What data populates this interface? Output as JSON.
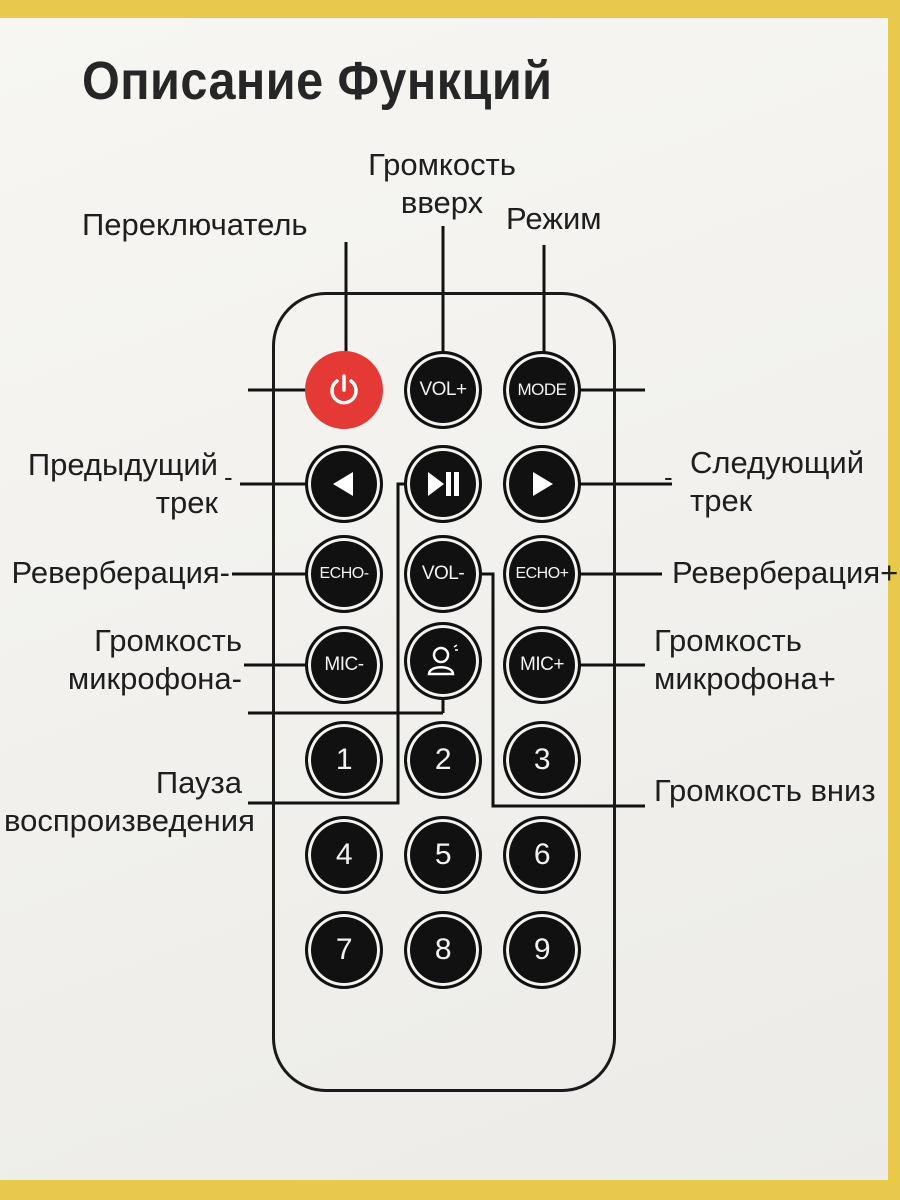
{
  "title": "Описание Функций",
  "labels": {
    "power": "Переключатель",
    "vol_up": [
      "Громкость",
      "вверх"
    ],
    "mode": "Режим",
    "prev": [
      "Предыдущий",
      "трек"
    ],
    "next": [
      "Следующий",
      "трек"
    ],
    "echo_down": "Реверберация-",
    "echo_up": "Реверберация+",
    "mic_down": [
      "Громкость",
      "микрофона-"
    ],
    "mic_up": [
      "Громкость",
      "микрофона+"
    ],
    "pause": [
      "Пауза",
      "воспроизведения"
    ],
    "vol_down": "Громкость вниз"
  },
  "buttons": {
    "vol_up": "VOL+",
    "mode": "MODE",
    "echo_down": "ECHO-",
    "vol_down": "VOL-",
    "echo_up": "ECHO+",
    "mic_down": "MIC-",
    "mic_up": "MIC+",
    "numbers": [
      "1",
      "2",
      "3",
      "4",
      "5",
      "6",
      "7",
      "8",
      "9"
    ]
  },
  "colors": {
    "power_button": "#e53935",
    "button": "#111111",
    "background_band": "#e9c94c"
  },
  "icons": [
    "power-icon",
    "prev-track-icon",
    "play-pause-icon",
    "next-track-icon",
    "user-voice-icon"
  ]
}
